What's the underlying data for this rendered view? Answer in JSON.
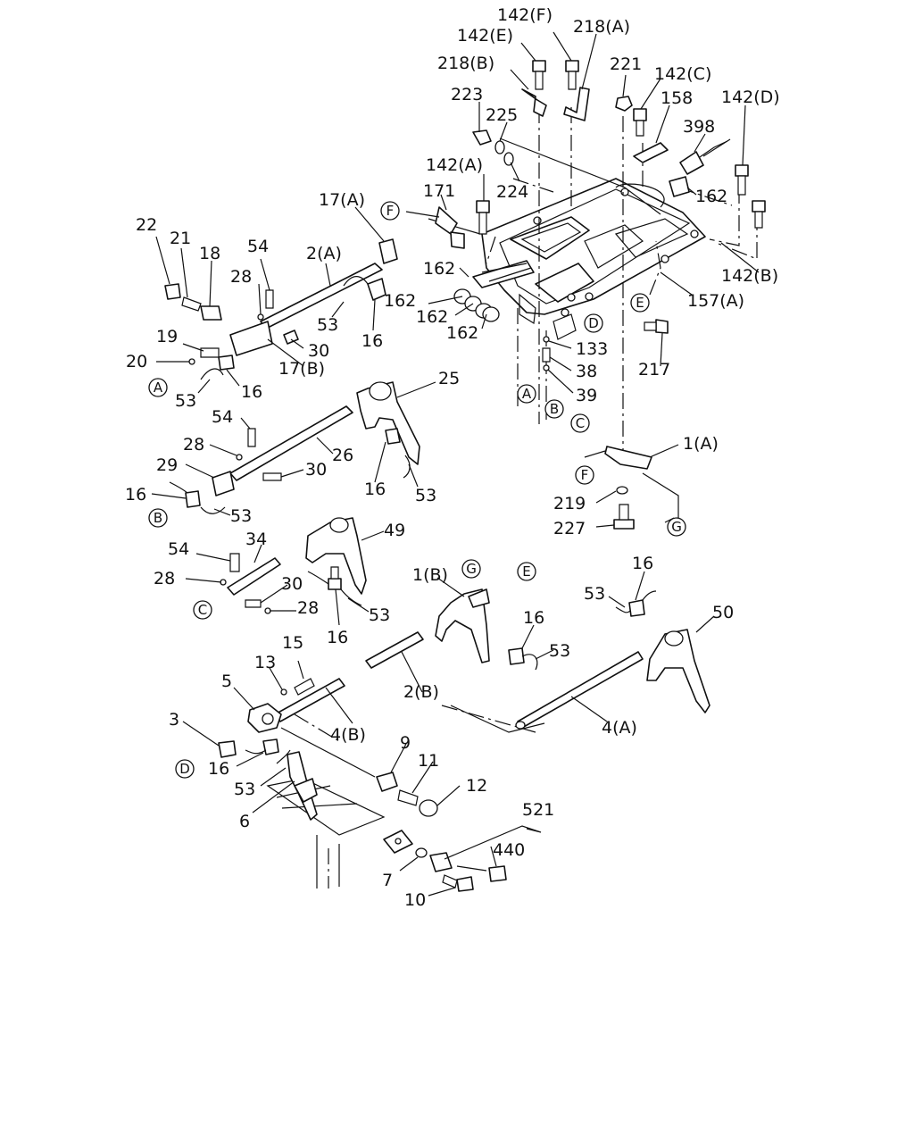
{
  "labels": [
    "142(F)",
    "218(A)",
    "142(E)",
    "218(B)",
    "221",
    "142(C)",
    "223",
    "225",
    "158",
    "142(D)",
    "398",
    "142(A)",
    "224",
    "162",
    "171",
    "17(A)",
    "22",
    "21",
    "18",
    "54",
    "2(A)",
    "28",
    "162",
    "162",
    "162",
    "162",
    "53",
    "16",
    "30",
    "142(B)",
    "157(A)",
    "19",
    "20",
    "17(B)",
    "16",
    "53",
    "133",
    "38",
    "39",
    "217",
    "25",
    "54",
    "28",
    "26",
    "30",
    "29",
    "16",
    "16",
    "53",
    "53",
    "1(A)",
    "219",
    "227",
    "54",
    "34",
    "49",
    "28",
    "30",
    "28",
    "53",
    "16",
    "1(B)",
    "16",
    "16",
    "53",
    "53",
    "50",
    "15",
    "13",
    "5",
    "2(B)",
    "4(B)",
    "4(A)",
    "3",
    "16",
    "53",
    "9",
    "11",
    "12",
    "6",
    "521",
    "440",
    "7",
    "10"
  ],
  "callouts": [
    "F",
    "A",
    "E",
    "D",
    "A",
    "B",
    "C",
    "B",
    "F",
    "G",
    "C",
    "G",
    "E",
    "D"
  ]
}
